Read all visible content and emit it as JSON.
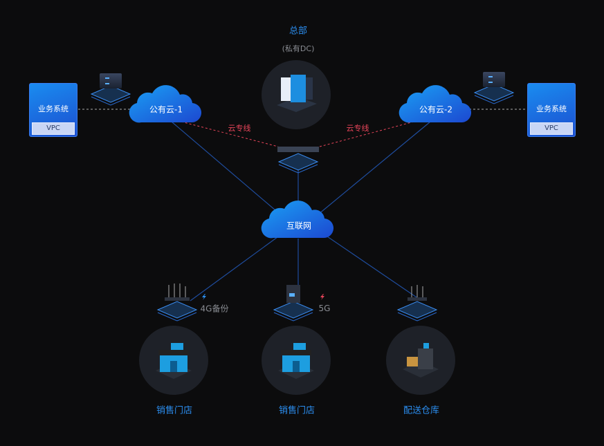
{
  "hq": {
    "title": "总部",
    "subtitle": "(私有DC)"
  },
  "left_vpc": {
    "label": "业务系统",
    "tag": "VPC"
  },
  "right_vpc": {
    "label": "业务系统",
    "tag": "VPC"
  },
  "clouds": {
    "public1": "公有云-1",
    "public2": "公有云-2",
    "internet": "互联网"
  },
  "links": {
    "dedicated_left": "云专线",
    "dedicated_right": "云专线",
    "backup_4g": "4G备份",
    "link_5g": "5G"
  },
  "sites": [
    "销售门店",
    "销售门店",
    "配送仓库"
  ],
  "colors": {
    "accent": "#2b8ef0",
    "dedicated": "#e8455a",
    "background": "#0c0c0d"
  }
}
